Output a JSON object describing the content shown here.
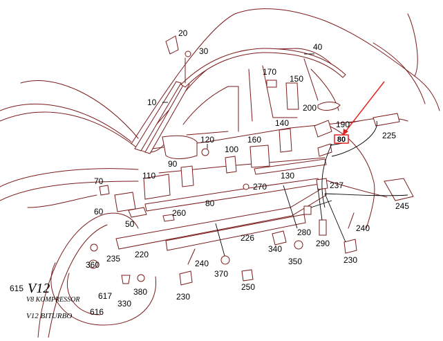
{
  "highlight": {
    "label": "80",
    "color": "#e0201e"
  },
  "line_color": "#7a1a1a",
  "labels": {
    "l10": "10",
    "l20": "20",
    "l30": "30",
    "l40": "40",
    "l50": "50",
    "l60": "60",
    "l70": "70",
    "l80": "80",
    "l90": "90",
    "l100": "100",
    "l110": "110",
    "l120": "120",
    "l130": "130",
    "l140": "140",
    "l150": "150",
    "l160": "160",
    "l170": "170",
    "l190": "190",
    "l200": "200",
    "l220": "220",
    "l225": "225",
    "l226": "226",
    "l230a": "230",
    "l230b": "230",
    "l235": "235",
    "l237": "237",
    "l240a": "240",
    "l240b": "240",
    "l245": "245",
    "l250": "250",
    "l260": "260",
    "l270": "270",
    "l280": "280",
    "l290": "290",
    "l330": "330",
    "l340": "340",
    "l350": "350",
    "l360": "360",
    "l370": "370",
    "l380": "380"
  },
  "emblems": [
    {
      "number": "615",
      "badge": "V12"
    },
    {
      "number": "617",
      "badge": "V8 KOMPRESSOR"
    },
    {
      "number": "616",
      "badge": "V12 BITURBO"
    }
  ]
}
